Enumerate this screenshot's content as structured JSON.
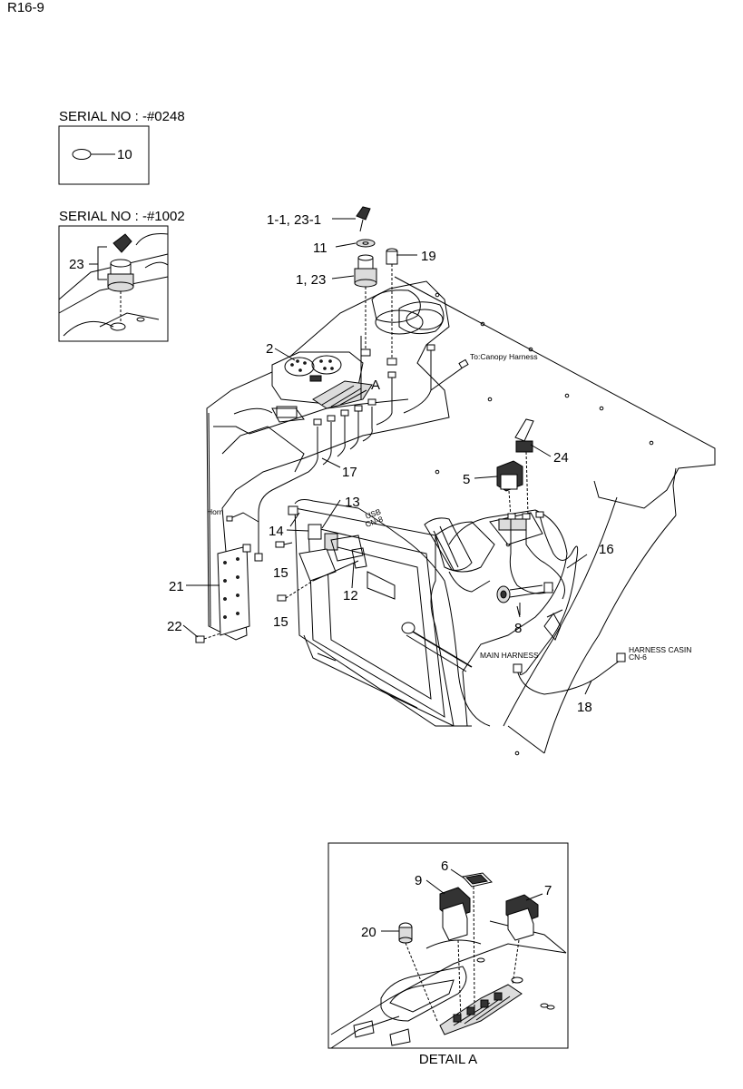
{
  "page_code": "R16-9",
  "inset1": {
    "serial": "SERIAL NO : -#0248",
    "callout": "10"
  },
  "inset2": {
    "serial": "SERIAL NO : -#1002",
    "callout": "23"
  },
  "callouts": {
    "key": "1-1, 23-1",
    "washer": "11",
    "start_switch": "1, 23",
    "socket": "19",
    "panel": "2",
    "detail_ref": "A",
    "harness_17": "17",
    "relay_13": "13",
    "relay_14": "14",
    "screw_15a": "15",
    "screw_15b": "15",
    "bracket_12": "12",
    "board_21": "21",
    "bolt_22": "22",
    "cap_24": "24",
    "switch_5": "5",
    "harness_16": "16",
    "connector_8": "8",
    "harness_18": "18"
  },
  "notes": {
    "canopy": "To:Canopy Harness",
    "horn": "Horn",
    "usb_1": "USB",
    "usb_2": "CN-8",
    "main_harness": "MAIN HARNESS",
    "casing_1": "HARNESS CASIN",
    "casing_2": "CN-6"
  },
  "detail": {
    "title": "DETAIL A",
    "c6": "6",
    "c7": "7",
    "c9": "9",
    "c20": "20"
  }
}
